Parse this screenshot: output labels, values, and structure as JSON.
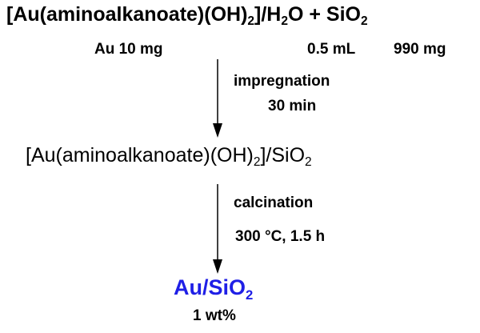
{
  "top": {
    "p1": "[Au(aminoalkanoate)(OH)",
    "s1": "2",
    "p2": "]/H",
    "s2": "2",
    "p3": "O + SiO",
    "s3": "2"
  },
  "amounts": {
    "au": "Au 10 mg",
    "water": "0.5 mL",
    "silica": "990 mg"
  },
  "step1": {
    "line1": "impregnation",
    "line2": "30 min"
  },
  "middle": {
    "p1": "[Au(aminoalkanoate)(OH)",
    "s1": "2",
    "p2": "]/SiO",
    "s2": "2"
  },
  "step2": {
    "line1": "calcination",
    "line2": "300 °C, 1.5 h"
  },
  "product": {
    "p1": "Au/SiO",
    "s1": "2",
    "loading": "1 wt%"
  },
  "colors": {
    "product": "#1f1fe6",
    "text": "#000000"
  }
}
